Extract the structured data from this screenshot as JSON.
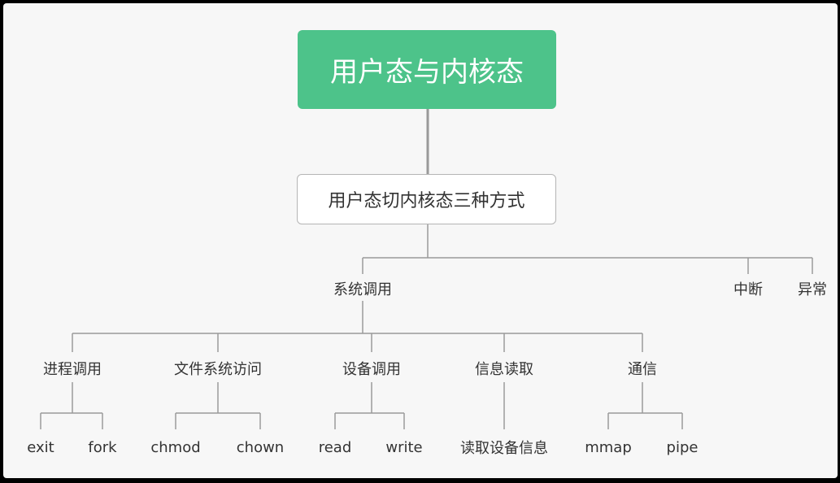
{
  "root": {
    "label": "用户态与内核态"
  },
  "level1": {
    "label": "用户态切内核态三种方式"
  },
  "methods": {
    "syscall": "系统调用",
    "interrupt": "中断",
    "exception": "异常"
  },
  "syscall_categories": [
    {
      "label": "进程调用",
      "children": [
        "exit",
        "fork"
      ]
    },
    {
      "label": "文件系统访问",
      "children": [
        "chmod",
        "chown"
      ]
    },
    {
      "label": "设备调用",
      "children": [
        "read",
        "write"
      ]
    },
    {
      "label": "信息读取",
      "children": [
        "读取设备信息"
      ]
    },
    {
      "label": "通信",
      "children": [
        "mmap",
        "pipe"
      ]
    }
  ],
  "colors": {
    "root_fill": "#4dc38a",
    "line": "#9a9a9a",
    "background": "#f7f7f7"
  }
}
